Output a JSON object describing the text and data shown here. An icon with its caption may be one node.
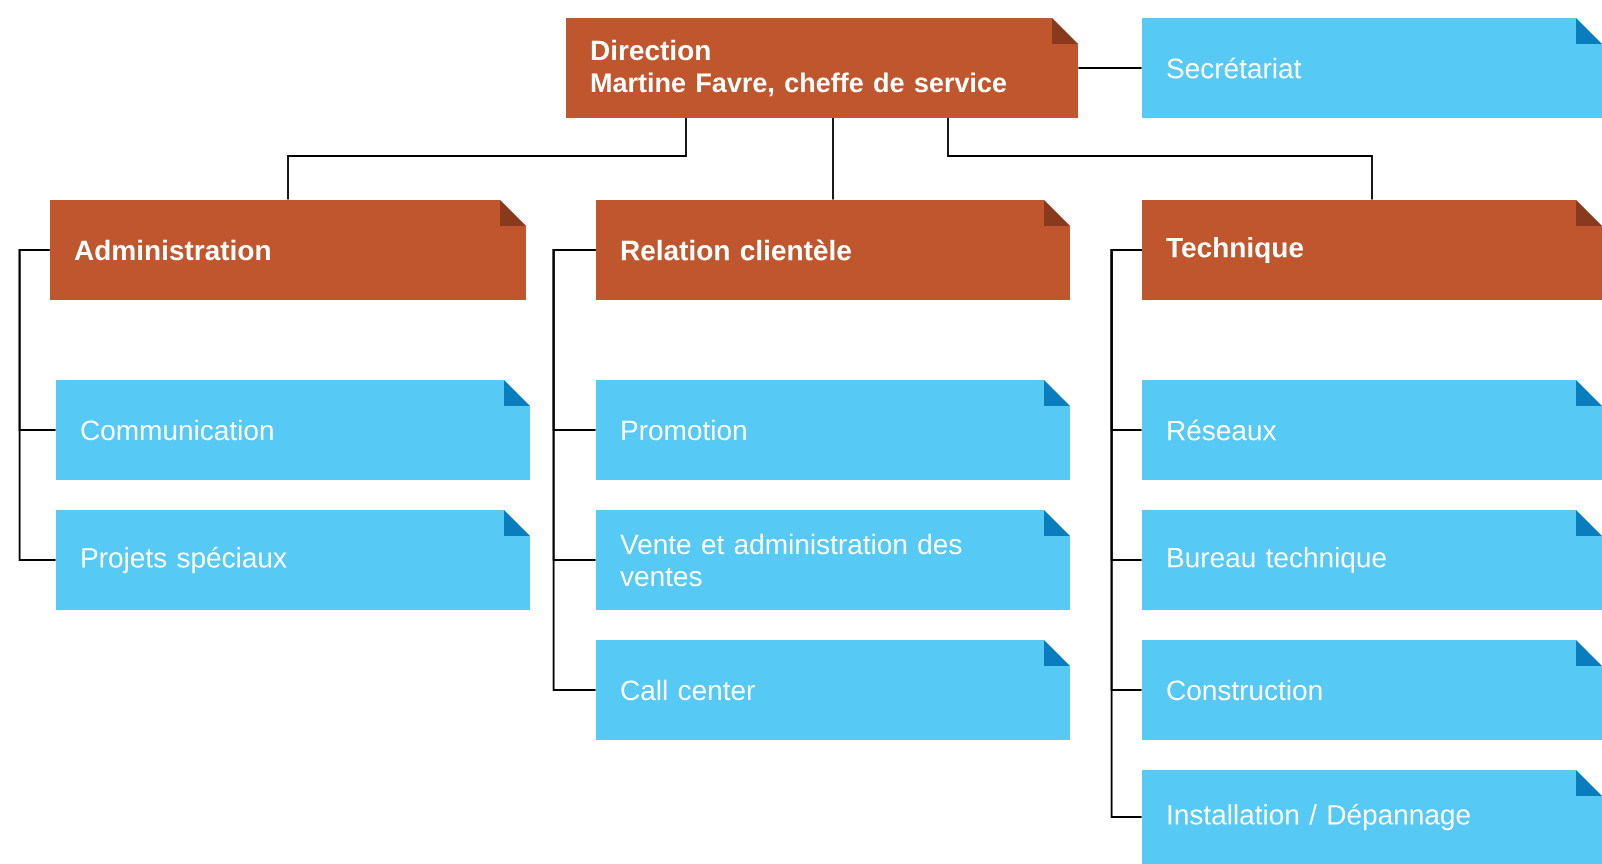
{
  "diagram": {
    "nodes": [
      {
        "text": [
          "Direction",
          "Martine Favre, cheffe de service"
        ]
      },
      {
        "text": [
          "Secrétariat"
        ]
      },
      {
        "text": [
          "Administration"
        ]
      },
      {
        "text": [
          "Relation clientèle"
        ]
      },
      {
        "text": [
          "Technique"
        ]
      },
      {
        "text": [
          "Communication"
        ]
      },
      {
        "text": [
          "Projets spéciaux"
        ]
      },
      {
        "text": [
          "Promotion"
        ]
      },
      {
        "text": [
          "Vente et administration des ventes"
        ]
      },
      {
        "text": [
          "Call center"
        ]
      },
      {
        "text": [
          "Réseaux"
        ]
      },
      {
        "text": [
          "Bureau technique"
        ]
      },
      {
        "text": [
          "Construction"
        ]
      },
      {
        "text": [
          "Installation / Dépannage"
        ]
      }
    ],
    "edges": [
      {
        "from": 0,
        "to": 1,
        "arrow": "none"
      },
      {
        "from": 0,
        "to": 2,
        "arrow": "none"
      },
      {
        "from": 0,
        "to": 3,
        "arrow": "none"
      },
      {
        "from": 0,
        "to": 4,
        "arrow": "none"
      },
      {
        "from": 2,
        "to": 5,
        "arrow": "none"
      },
      {
        "from": 2,
        "to": 6,
        "arrow": "none"
      },
      {
        "from": 3,
        "to": 7,
        "arrow": "none"
      },
      {
        "from": 3,
        "to": 8,
        "arrow": "none"
      },
      {
        "from": 3,
        "to": 9,
        "arrow": "none"
      },
      {
        "from": 4,
        "to": 10,
        "arrow": "none"
      },
      {
        "from": 4,
        "to": 11,
        "arrow": "none"
      },
      {
        "from": 4,
        "to": 12,
        "arrow": "none"
      },
      {
        "from": 4,
        "to": 13,
        "arrow": "none"
      }
    ]
  }
}
